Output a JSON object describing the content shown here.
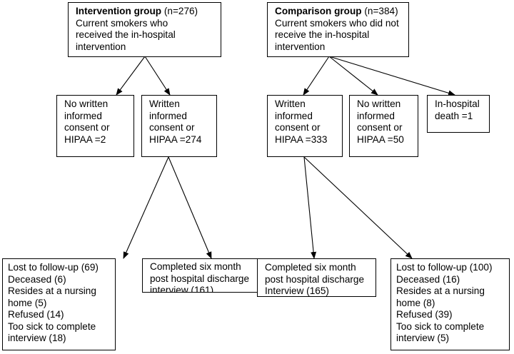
{
  "intervention": {
    "title_bold": "Intervention group",
    "title_rest": " (n=276)",
    "lines": [
      "Current smokers who",
      "received the in-hospital",
      "intervention"
    ]
  },
  "comparison": {
    "title_bold": "Comparison group",
    "title_rest": " (n=384)",
    "lines": [
      "Current smokers who did not",
      "receive the in-hospital",
      "intervention"
    ]
  },
  "int_no_consent": {
    "lines": [
      "No written",
      "informed",
      "consent or",
      "HIPAA =2"
    ]
  },
  "int_consent": {
    "lines": [
      "Written",
      "informed",
      "consent or",
      "HIPAA =274"
    ]
  },
  "cmp_consent": {
    "lines": [
      "Written",
      "informed",
      "consent or",
      "HIPAA =333"
    ]
  },
  "cmp_no_consent": {
    "lines": [
      "No written",
      "informed",
      "consent or",
      "HIPAA =50"
    ]
  },
  "cmp_death": {
    "lines": [
      "In-hospital",
      "death =1"
    ]
  },
  "int_lost": {
    "lines": [
      "Lost to follow-up (69)",
      "Deceased (6)",
      "Resides at a nursing",
      "home (5)",
      "Refused (14)",
      "Too sick to complete",
      "interview (18)"
    ]
  },
  "int_completed": {
    "lines": [
      "Completed six month",
      "post hospital discharge",
      "interview (161)"
    ]
  },
  "cmp_completed": {
    "lines": [
      "Completed six month",
      "post hospital discharge",
      "Interview (165)"
    ]
  },
  "cmp_lost": {
    "lines": [
      "Lost to follow-up (100)",
      "Deceased (16)",
      "Resides at a nursing",
      "home (8)",
      "Refused (39)",
      "Too sick to complete",
      "interview (5)"
    ]
  }
}
